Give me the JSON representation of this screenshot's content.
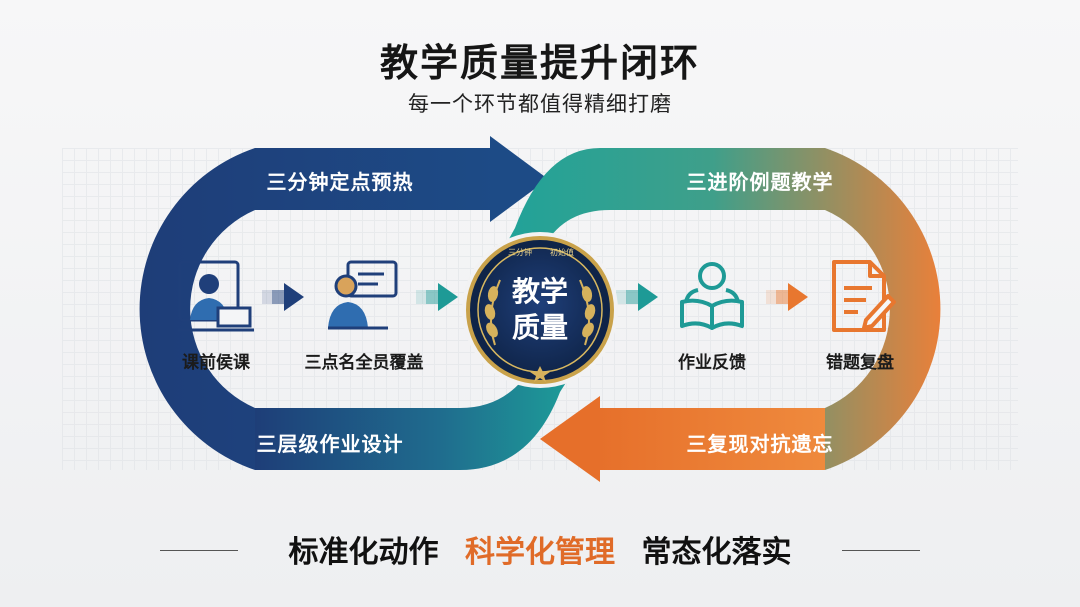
{
  "header": {
    "title": "教学质量提升闭环",
    "subtitle": "每一个环节都值得精细打磨"
  },
  "loop": {
    "top_left": "三分钟定点预热",
    "top_right": "三进阶例题教学",
    "bottom_left": "三层级作业设计",
    "bottom_right": "三复现对抗遗忘"
  },
  "nodes": [
    {
      "label": "课前侯课",
      "icon": "teacher-at-laptop-icon"
    },
    {
      "label": "三点名全员覆盖",
      "icon": "teacher-with-speech-bubble-icon"
    },
    {
      "label": "作业反馈",
      "icon": "reader-with-book-icon"
    },
    {
      "label": "错题复盘",
      "icon": "document-review-icon"
    }
  ],
  "center_badge": {
    "line1": "教学",
    "line2": "质量",
    "ring_left": "三分钟",
    "ring_right": "初始值"
  },
  "footer": {
    "left": "标准化动作",
    "middle": "科学化管理",
    "right": "常态化落实"
  },
  "colors": {
    "navy": "#1f3f7a",
    "teal": "#1e9a96",
    "orange": "#e8772f",
    "gold": "#c9a24a"
  }
}
